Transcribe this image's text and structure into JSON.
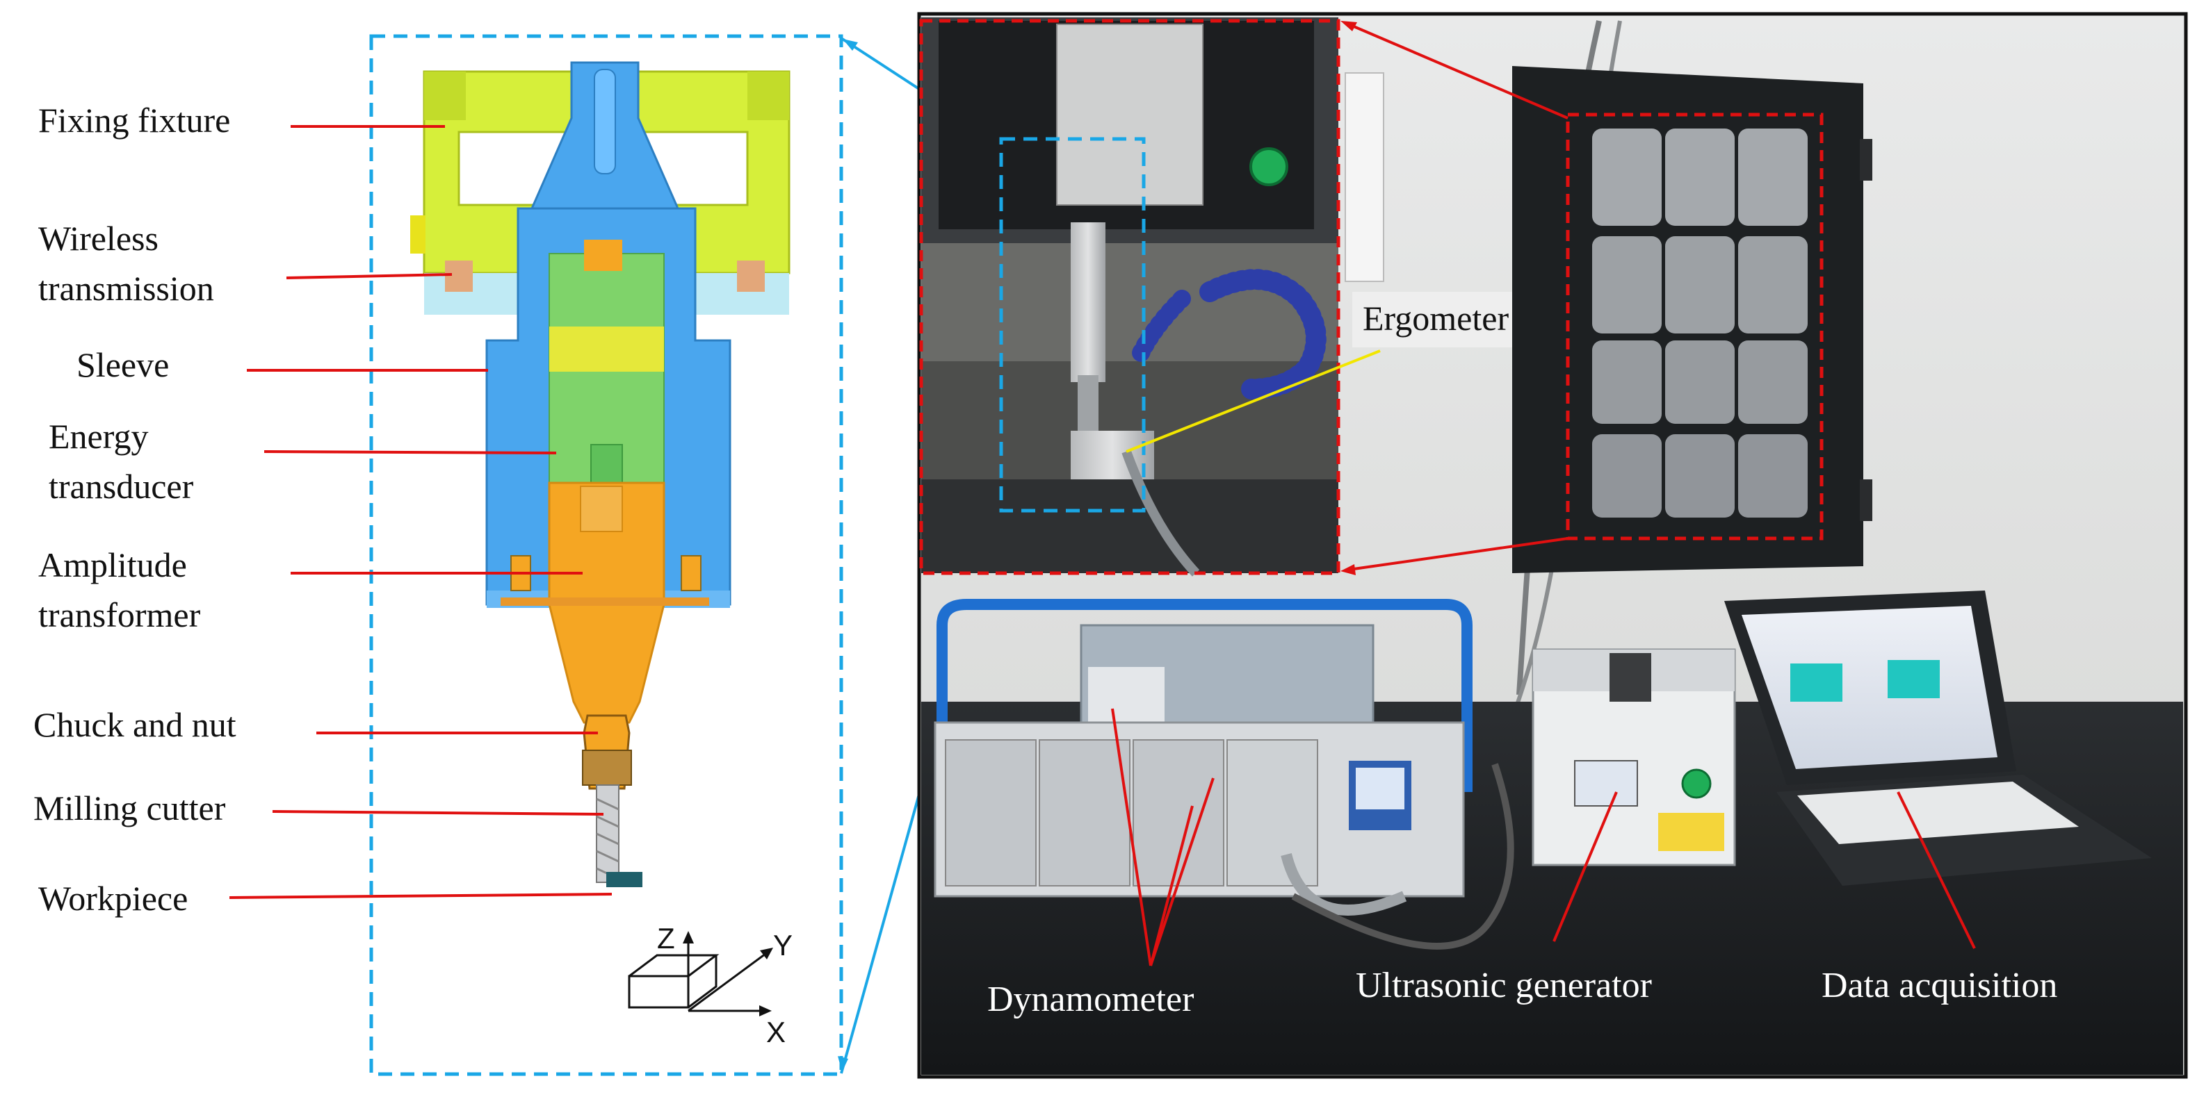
{
  "left_labels": {
    "fixing_fixture": "Fixing fixture",
    "wireless_1": "Wireless",
    "wireless_2": "transmission",
    "sleeve": "Sleeve",
    "energy_1": "Energy",
    "energy_2": "transducer",
    "amplitude_1": "Amplitude",
    "amplitude_2": "transformer",
    "chuck": "Chuck and nut",
    "milling": "Milling cutter",
    "workpiece": "Workpiece"
  },
  "axes": {
    "z": "Z",
    "y": "Y",
    "x": "X"
  },
  "photo_labels": {
    "ergometer": "Ergometer",
    "dynamometer": "Dynamometer",
    "ultrasonic_generator": "Ultrasonic generator",
    "data_acquisition": "Data acquisition"
  },
  "colors": {
    "callout_red": "#e01010",
    "dashed_blue": "#1aa7e6",
    "fixture_yellow": "#d6ef3a",
    "sleeve_blue": "#4aa6ee",
    "transducer_green": "#7fd36a",
    "horn_orange": "#f5a623",
    "ergometer_line": "#f2e600"
  }
}
